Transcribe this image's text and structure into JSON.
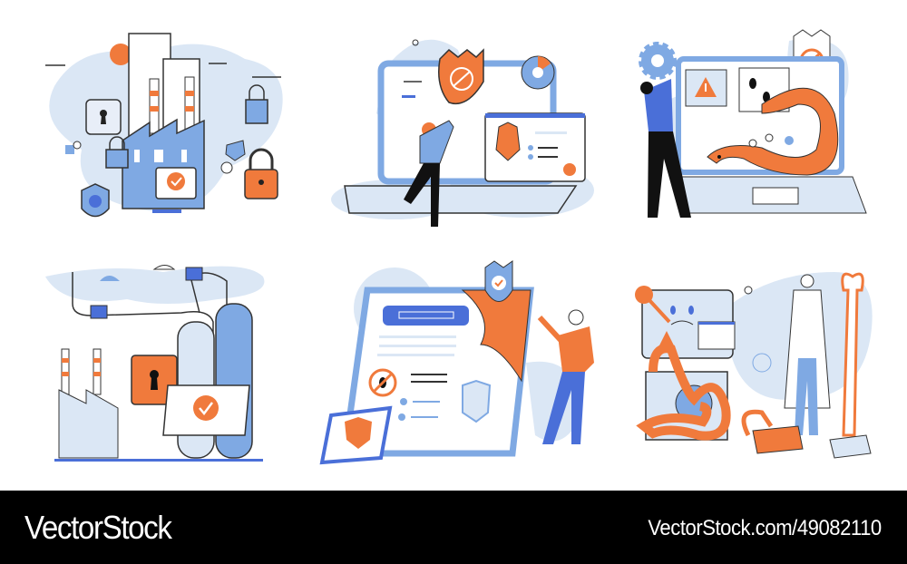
{
  "colors": {
    "orange": "#f07a3c",
    "blue": "#4a6fd8",
    "light_blue": "#7fa9e3",
    "pale_blue": "#dbe7f5",
    "outline": "#1c1c1c",
    "footer_bg": "#000000",
    "footer_text": "#ffffff"
  },
  "illustrations": [
    {
      "id": "smart-factory-security",
      "icons": [
        "factory-icon",
        "padlock-icon",
        "keyhole-icon",
        "shield-check-icon",
        "monitor-check-icon"
      ]
    },
    {
      "id": "laptop-antivirus",
      "icons": [
        "laptop-icon",
        "bug-shield-icon",
        "pie-chart-icon",
        "browser-window-icon",
        "check-badge-icon",
        "person-icon"
      ]
    },
    {
      "id": "malware-worm-laptop",
      "icons": [
        "laptop-icon",
        "gear-icon",
        "warning-icon",
        "bug-icon",
        "worm-icon",
        "blocked-shield-icon",
        "person-icon"
      ]
    },
    {
      "id": "industrial-plant-locks",
      "icons": [
        "factory-icon",
        "tank-icon",
        "padlock-icon",
        "keyhole-icon",
        "monitor-check-icon",
        "cloud-icon"
      ]
    },
    {
      "id": "tablet-bug-protection",
      "icons": [
        "tablet-icon",
        "shield-check-icon",
        "no-bug-icon",
        "phone-shield-icon",
        "person-icon"
      ]
    },
    {
      "id": "sick-computer-repair",
      "icons": [
        "monitor-sad-face-icon",
        "thermometer-icon",
        "warning-icon",
        "worm-icon",
        "wrench-icon",
        "broken-padlock-icon",
        "scientist-icon"
      ]
    }
  ],
  "footer": {
    "brand": "VectorStock",
    "url": "VectorStock.com/49082110"
  }
}
